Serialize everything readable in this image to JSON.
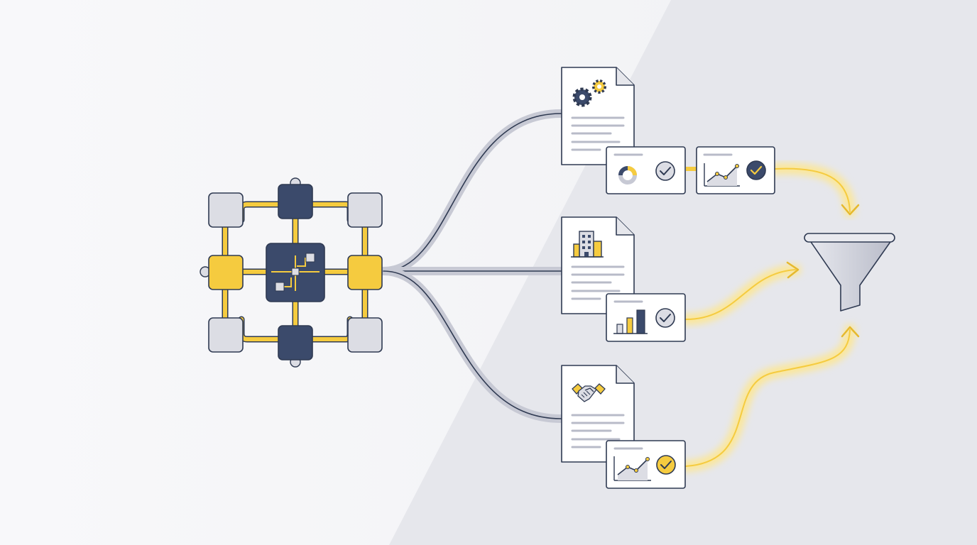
{
  "diagram": {
    "description_free": true,
    "hub": {
      "icon": "network-hub-icon",
      "nodes": [
        "corner",
        "corner",
        "corner",
        "corner",
        "top",
        "bottom",
        "left",
        "right",
        "center"
      ]
    },
    "branches": [
      {
        "document_icon": "gears-icon",
        "cards": [
          {
            "chart_icon": "donut-chart-icon",
            "status_icon": "check-circle-outline-icon"
          },
          {
            "chart_icon": "line-chart-icon",
            "status_icon": "check-circle-filled-icon"
          }
        ]
      },
      {
        "document_icon": "building-icon",
        "cards": [
          {
            "chart_icon": "bar-chart-icon",
            "status_icon": "check-circle-outline-icon"
          }
        ]
      },
      {
        "document_icon": "handshake-icon",
        "cards": [
          {
            "chart_icon": "line-chart-icon",
            "status_icon": "check-circle-yellow-icon"
          }
        ]
      }
    ],
    "sink": {
      "icon": "funnel-icon"
    }
  },
  "colors": {
    "navy": "#3b4a6b",
    "yellow": "#f5cb3f",
    "light_gray": "#dcdde4",
    "outline": "#2f3a52",
    "connector": "#c7c9d4",
    "glow": "#fbe79a"
  }
}
